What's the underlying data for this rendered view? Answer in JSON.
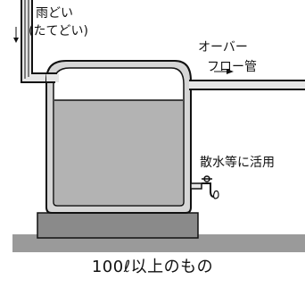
{
  "labels": {
    "downspout_line1": "雨どい",
    "downspout_line2": "(たてどい)",
    "overflow_line1": "オーバー",
    "overflow_line2": "フロー管",
    "faucet_use": "散水等に活用",
    "caption": "100ℓ以上のもの"
  },
  "colors": {
    "outline": "#111111",
    "tank_wall": "#d6d6d6",
    "water": "#b3b3b3",
    "ground": "#9a9a9a",
    "base_block": "#8a8a8a",
    "pipe_fill": "#e6e6e6"
  },
  "icons": {
    "flow_arrows": "arrow-icon",
    "faucet": "faucet-icon"
  }
}
